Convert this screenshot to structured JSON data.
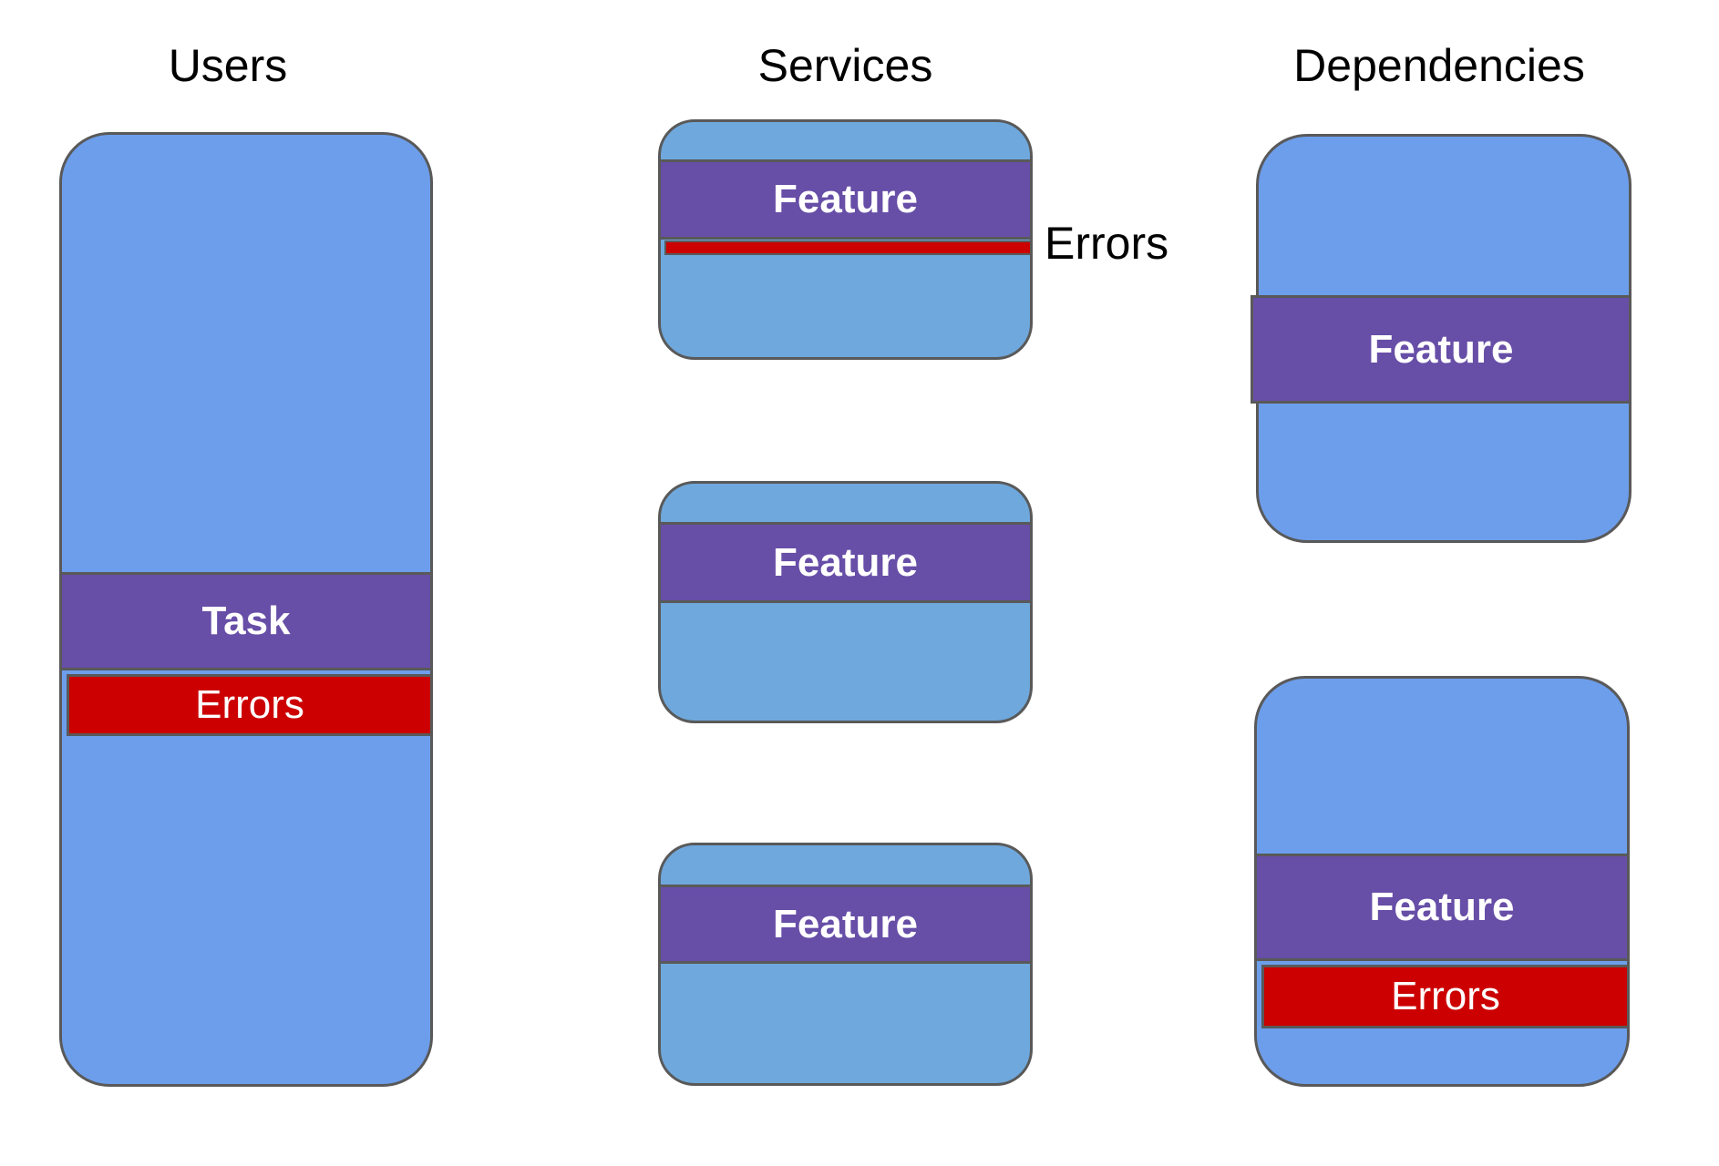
{
  "headers": {
    "users": "Users",
    "services": "Services",
    "dependencies": "Dependencies"
  },
  "users_column": {
    "task_band_label": "Task",
    "errors_band_label": "Errors"
  },
  "services_column": {
    "service1": {
      "feature_band_label": "Feature",
      "errors_callout_label": "Errors"
    },
    "service2": {
      "feature_band_label": "Feature"
    },
    "service3": {
      "feature_band_label": "Feature"
    }
  },
  "dependencies_column": {
    "dependency1": {
      "feature_band_label": "Feature"
    },
    "dependency2": {
      "feature_band_label": "Feature",
      "errors_band_label": "Errors"
    }
  },
  "colors": {
    "users_dependencies_fill": "#6d9eeb",
    "services_fill": "#6fa8dc",
    "feature_band_fill": "#674ea7",
    "errors_band_fill": "#cc0000",
    "stroke": "#595959",
    "band_text": "#ffffff",
    "header_text": "#000000"
  }
}
